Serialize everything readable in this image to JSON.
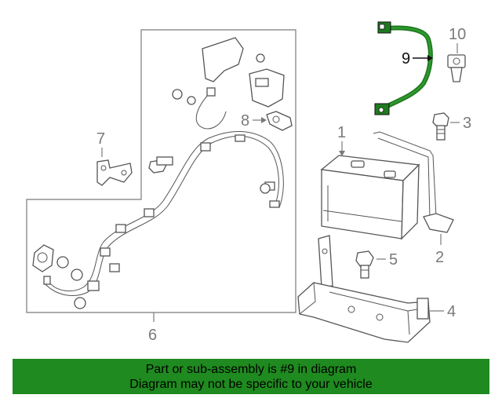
{
  "colors": {
    "highlight_part": "#1f7a1f",
    "banner_background": "#1f8a1f",
    "line_art": "#555555",
    "callout_text": "#7a7a7a"
  },
  "callouts": {
    "c1": "1",
    "c2": "2",
    "c3": "3",
    "c4": "4",
    "c5": "5",
    "c6": "6",
    "c7": "7",
    "c8": "8",
    "c9": "9",
    "c10": "10"
  },
  "banner": {
    "line1": "Part or sub-assembly is #9 in diagram",
    "line2": "Diagram may not be specific to your vehicle"
  }
}
